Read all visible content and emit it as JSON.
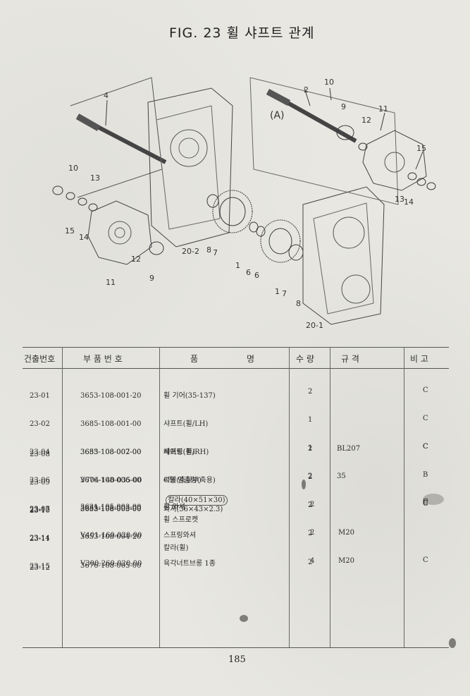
{
  "figure": {
    "title": "FIG. 23 휠 샤프트 관계"
  },
  "diagram": {
    "callouts": [
      "4",
      "10",
      "13",
      "15",
      "14",
      "12",
      "11",
      "9",
      "20-2",
      "8",
      "7",
      "1",
      "6",
      "6",
      "1",
      "7",
      "8",
      "20-1",
      "2",
      "10",
      "9",
      "12",
      "11",
      "15",
      "13",
      "14",
      "(A)"
    ]
  },
  "table": {
    "headers": [
      "건출번호",
      "부 품 번 호",
      "품",
      "명",
      "수 량",
      "규 격",
      "비 고"
    ],
    "groups": [
      [
        {
          "no": "23-01",
          "part": "3653-108-001-20",
          "name": "휠 기어(35-137)",
          "qty": "2",
          "spec": "",
          "remark": "C"
        },
        {
          "no": "23-02",
          "part": "3685-108-001-00",
          "name": "샤프트(휠/LH)",
          "qty": "1",
          "spec": "",
          "remark": "C"
        },
        {
          "no": "23-04",
          "part": "3685-108-002-00",
          "name": "샤프트(휠/RH)",
          "qty": "1",
          "spec": "",
          "remark": "C"
        },
        {
          "no": "23-06",
          "part": "V704-140-035-00",
          "name": "C형 멈춤링(축용)",
          "qty": "2",
          "spec": "35",
          "remark": ""
        },
        {
          "no": "23-07",
          "part": "3653-108-005-00",
          "name": "와셔(36×43×2.3)",
          "qty": "2",
          "spec": "",
          "remark": "C"
        }
      ],
      [
        {
          "no": "23-08",
          "part": "3653-108-007-00",
          "name": "베어링(볼)",
          "qty": "2",
          "spec": "BL207",
          "remark": "C"
        },
        {
          "no": "23-09",
          "part": "3676-108-006-00",
          "name": "씨일(축휘부)",
          "qty": "2",
          "spec": "",
          "remark": "B"
        },
        {
          "no": "23-10",
          "part": "3685-108-003-00",
          "name": "칼라(40×51×30)",
          "qty": "2",
          "spec": "",
          "remark": "C"
        },
        {
          "no": "23-11",
          "part": "3653-108-004-20",
          "name": "휠 스프로켓",
          "qty": "2",
          "spec": "",
          "remark": ""
        },
        {
          "no": "23-12",
          "part": "3676-108-005-00",
          "name": "칼라(휠)",
          "qty": "2",
          "spec": "",
          "remark": "C"
        }
      ],
      [
        {
          "no": "23-13",
          "part": "3631-105-003-00",
          "name": "휠 와셔",
          "qty": "2",
          "spec": "",
          "remark": "C"
        },
        {
          "no": "23-14",
          "part": "V401-160-020-00",
          "name": "스프링와셔",
          "qty": "2",
          "spec": "M20",
          "remark": ""
        },
        {
          "no": "23-15",
          "part": "V300-260-020-00",
          "name": "육각너트브롱 1종",
          "qty": "4",
          "spec": "M20",
          "remark": ""
        }
      ]
    ]
  },
  "footer": {
    "page_number": "185"
  }
}
